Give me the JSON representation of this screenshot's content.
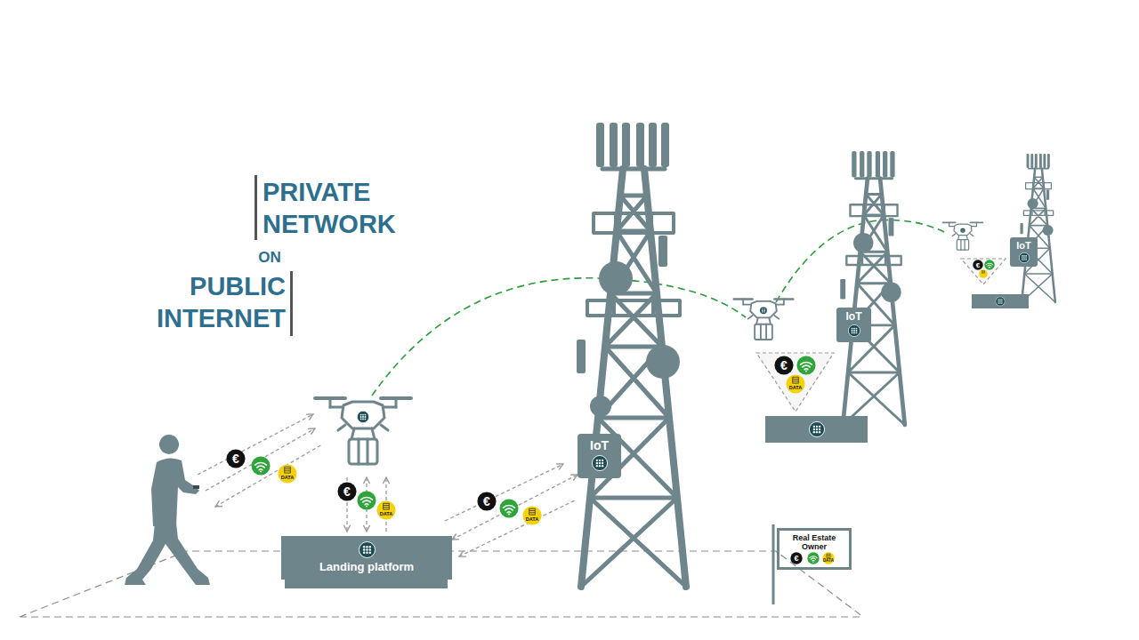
{
  "diagram": {
    "nodes": [
      {
        "text": [
          "Landing platform"
        ]
      },
      {
        "text": [
          "IoT"
        ]
      },
      {
        "text": [
          "IoT"
        ]
      },
      {
        "text": [
          "IoT"
        ]
      },
      {
        "text": [
          "Real Estate Owner"
        ]
      }
    ],
    "edges": [
      {
        "from": 0,
        "to": 1,
        "arrow": "both"
      }
    ],
    "labels": [
      "PRIVATE NETWORK",
      "ON",
      "PUBLIC INTERNET",
      "€",
      "DATA",
      "€",
      "DATA",
      "€",
      "DATA",
      "€",
      "DATA",
      "€",
      "€",
      "DATA"
    ]
  }
}
